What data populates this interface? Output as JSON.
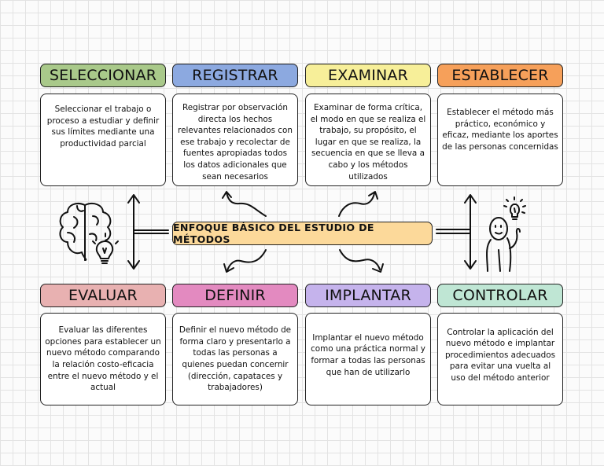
{
  "center": {
    "title": "ENFOQUE BÁSICO DEL ESTUDIO DE MÉTODOS",
    "color": "#fcd99a"
  },
  "steps": [
    {
      "title": "SELECCIONAR",
      "color": "#a9c98a",
      "text": "Seleccionar el trabajo o proceso a estudiar y definir sus límites mediante una productividad parcial"
    },
    {
      "title": "REGISTRAR",
      "color": "#8ca9e0",
      "text": "Registrar por observación directa los hechos relevantes relacionados con ese trabajo y recolectar de fuentes apropiadas todos los datos adicionales que sean necesarios"
    },
    {
      "title": "EXAMINAR",
      "color": "#f7ef99",
      "text": "Examinar de forma crítica, el modo en que se realiza el trabajo, su propósito, el lugar en que se realiza, la secuencia en que se lleva a cabo y los métodos utilizados"
    },
    {
      "title": "ESTABLECER",
      "color": "#f6a05a",
      "text": "Establecer el método más práctico, económico y eficaz, mediante los aportes de las personas concernidas"
    },
    {
      "title": "EVALUAR",
      "color": "#e8b1b1",
      "text": "Evaluar las diferentes opciones para establecer un nuevo método comparando la relación costo-eficacia entre el nuevo método y el actual"
    },
    {
      "title": "DEFINIR",
      "color": "#e38ac0",
      "text": "Definir el nuevo método de forma claro y presentarlo a todas las personas a quienes puedan concernir (dirección, capataces y trabajadores)"
    },
    {
      "title": "IMPLANTAR",
      "color": "#c5b3ec",
      "text": "Implantar el nuevo método como una práctica normal y formar a todas las personas que han de utilizarlo"
    },
    {
      "title": "CONTROLAR",
      "color": "#bfe6d4",
      "text": "Controlar la aplicación del nuevo método e implantar procedimientos adecuados para evitar una vuelta al uso del método anterior"
    }
  ],
  "icons": {
    "left": "brain-lightbulb-icon",
    "right": "person-idea-icon"
  }
}
